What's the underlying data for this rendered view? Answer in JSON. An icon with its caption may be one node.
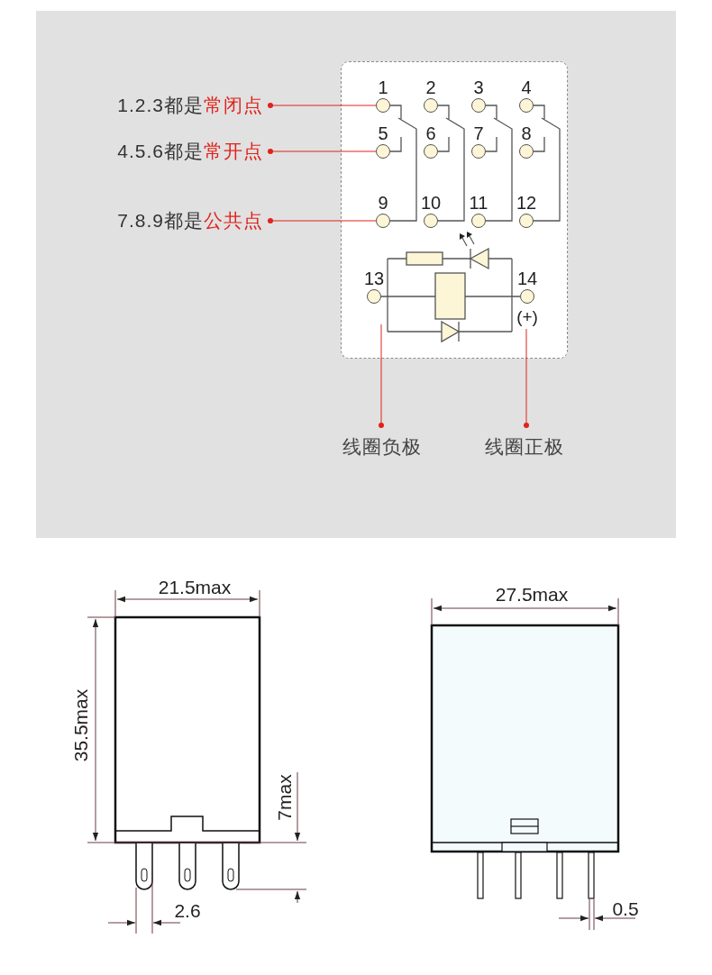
{
  "diagram": {
    "nodes": [
      {
        "text": [
          "1.2.3都是**常闭点**"
        ]
      },
      {
        "text": [
          "4.5.6都是**常开点**"
        ]
      },
      {
        "text": [
          "7.8.9都是**公共点**"
        ]
      },
      {
        "text": [
          "1"
        ]
      },
      {
        "text": [
          "2"
        ]
      },
      {
        "text": [
          "3"
        ]
      },
      {
        "text": [
          "4"
        ]
      },
      {
        "text": [
          "5"
        ]
      },
      {
        "text": [
          "6"
        ]
      },
      {
        "text": [
          "7"
        ]
      },
      {
        "text": [
          "8"
        ]
      },
      {
        "text": [
          "9"
        ]
      },
      {
        "text": [
          "10"
        ]
      },
      {
        "text": [
          "11"
        ]
      },
      {
        "text": [
          "12"
        ]
      },
      {
        "text": [
          "13"
        ]
      },
      {
        "text": [
          "14"
        ],
        "beside": [
          "(+)"
        ]
      },
      {
        "text": [
          "线圈负极"
        ]
      },
      {
        "text": [
          "线圈正极"
        ]
      },
      {
        "text": [],
        "shape": "picture"
      }
    ],
    "edges": [
      {
        "from": 0,
        "to": 3,
        "arrow": "other"
      },
      {
        "from": 1,
        "to": 7,
        "arrow": "other"
      },
      {
        "from": 2,
        "to": 11,
        "arrow": "other"
      },
      {
        "from": 17,
        "to": 19,
        "arrow": "other"
      },
      {
        "from": 18,
        "to": 16,
        "arrow": "other"
      }
    ],
    "labels": [
      "21.5max",
      "35.5max",
      "7max",
      "2.6",
      "27.5max",
      "0.5"
    ]
  }
}
